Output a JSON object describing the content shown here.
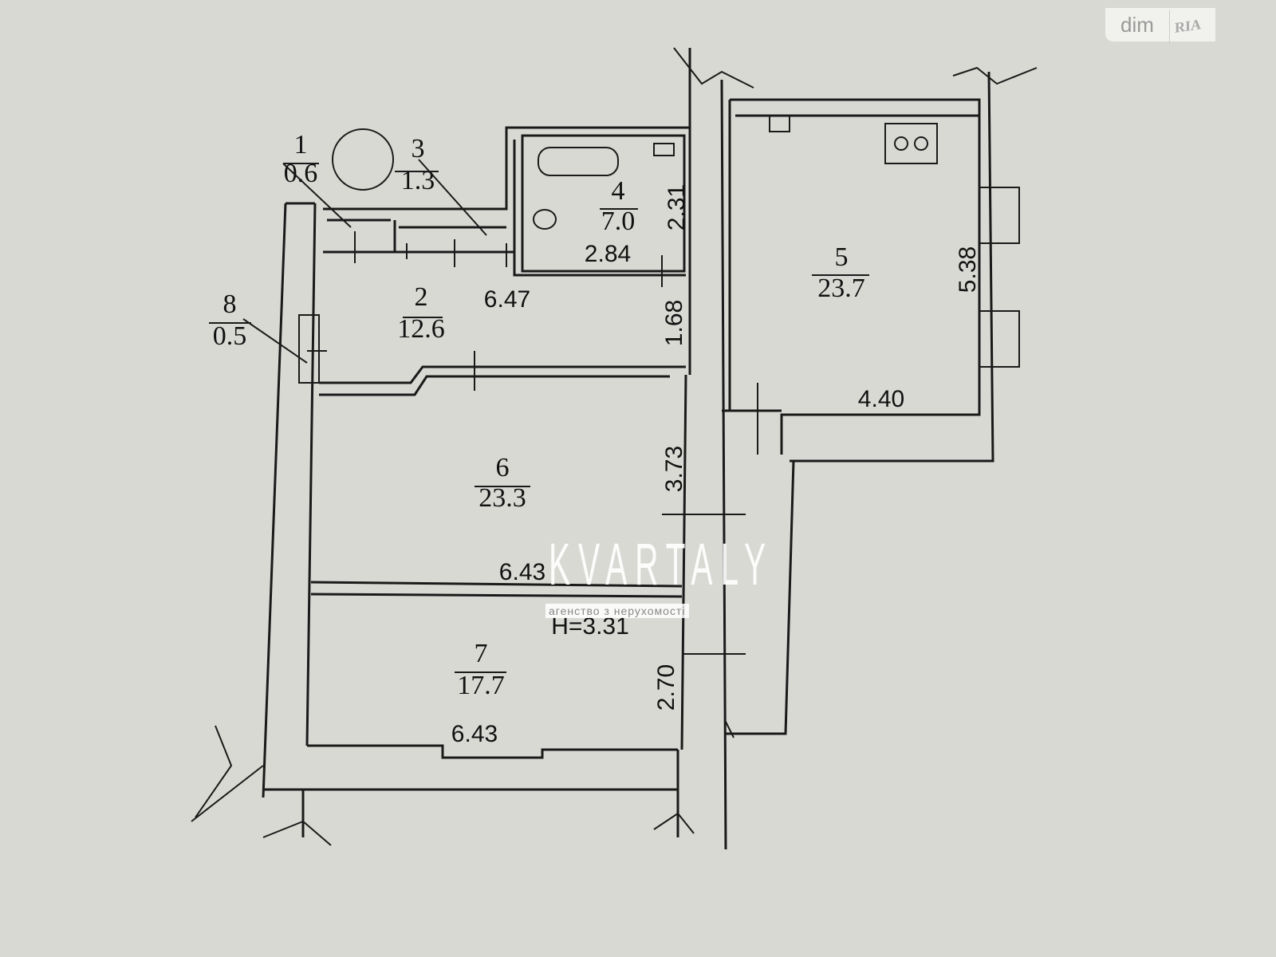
{
  "logo": {
    "text": "dim",
    "sub": "RIA"
  },
  "watermark": {
    "brand": "KVARTALY",
    "tagline": "агенство з нерухомості"
  },
  "rooms": [
    {
      "num": "1",
      "area": "0.6"
    },
    {
      "num": "2",
      "area": "12.6"
    },
    {
      "num": "3",
      "area": "1.3"
    },
    {
      "num": "4",
      "area": "7.0"
    },
    {
      "num": "5",
      "area": "23.7"
    },
    {
      "num": "6",
      "area": "23.3"
    },
    {
      "num": "7",
      "area": "17.7"
    },
    {
      "num": "8",
      "area": "0.5"
    }
  ],
  "dimensions": {
    "d231": "2.31",
    "d284": "2.84",
    "d647": "6.47",
    "d168": "1.68",
    "d538": "5.38",
    "d440": "4.40",
    "d373": "3.73",
    "d643a": "6.43",
    "d270": "2.70",
    "d643b": "6.43",
    "height": "H=3.31"
  }
}
